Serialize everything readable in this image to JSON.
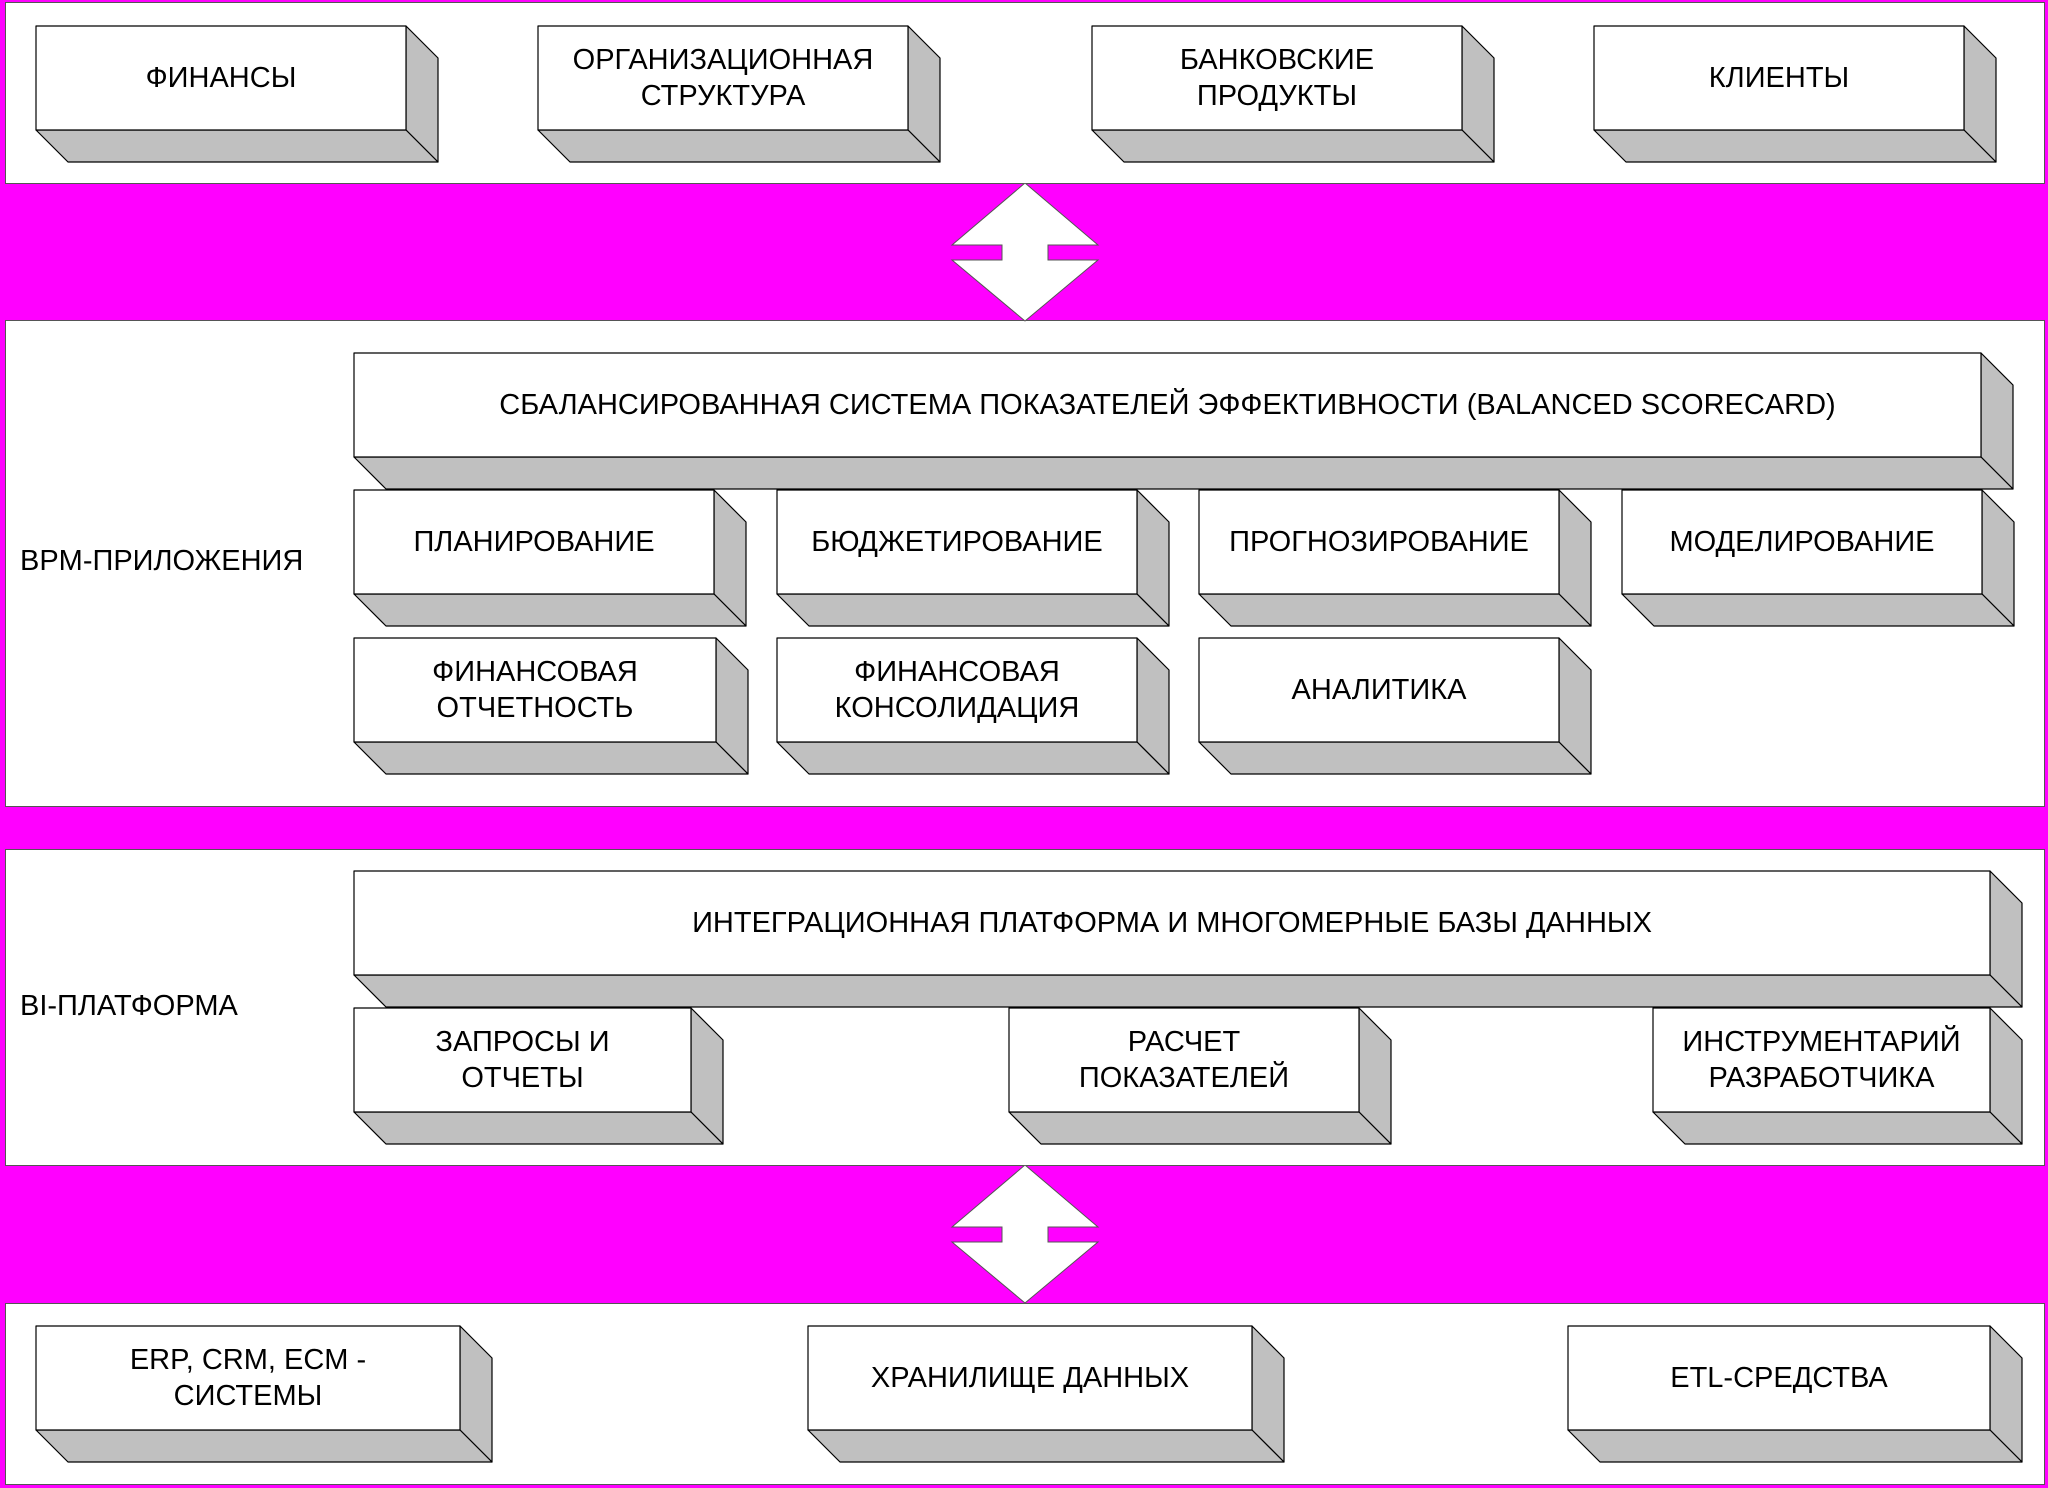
{
  "colors": {
    "background": "#ff00ff",
    "panel": "#ffffff",
    "box_face": "#ffffff",
    "box_side": "#c0c0c0",
    "outline": "#000000"
  },
  "top_panel": {
    "items": [
      "ФИНАНСЫ",
      "ОРГАНИЗАЦИОННАЯ\nСТРУКТУРА",
      "БАНКОВСКИЕ\nПРОДУКТЫ",
      "КЛИЕНТЫ"
    ]
  },
  "bpm_panel": {
    "label": "BPM-ПРИЛОЖЕНИЯ",
    "banner": "СБАЛАНСИРОВАННАЯ СИСТЕМА ПОКАЗАТЕЛЕЙ ЭФФЕКТИВНОСТИ (BALANCED SCORECARD)",
    "items": [
      "ПЛАНИРОВАНИЕ",
      "БЮДЖЕТИРОВАНИЕ",
      "ПРОГНОЗИРОВАНИЕ",
      "МОДЕЛИРОВАНИЕ",
      "ФИНАНСОВАЯ\nОТЧЕТНОСТЬ",
      "ФИНАНСОВАЯ\nКОНСОЛИДАЦИЯ",
      "АНАЛИТИКА"
    ]
  },
  "bi_panel": {
    "label": "BI-ПЛАТФОРМА",
    "banner": "ИНТЕГРАЦИОННАЯ ПЛАТФОРМА И МНОГОМЕРНЫЕ БАЗЫ ДАННЫХ",
    "items": [
      "ЗАПРОСЫ И\nОТЧЕТЫ",
      "РАСЧЕТ\nПОКАЗАТЕЛЕЙ",
      "ИНСТРУМЕНТАРИЙ\nРАЗРАБОТЧИКА"
    ]
  },
  "source_panel": {
    "items": [
      "ERP, CRM, ECM -\nСИСТЕМЫ",
      "ХРАНИЛИЩЕ ДАННЫХ",
      "ETL-СРЕДСТВА"
    ]
  }
}
